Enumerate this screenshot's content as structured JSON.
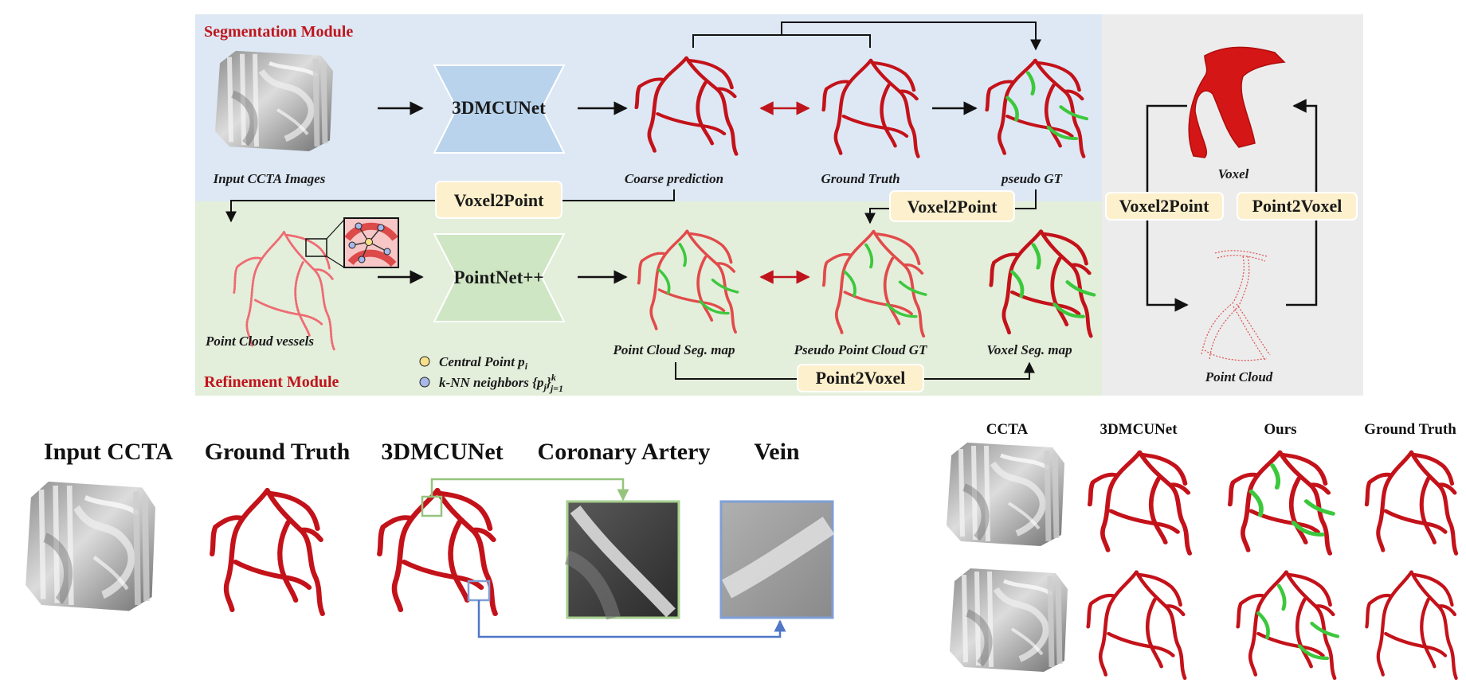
{
  "pipeline": {
    "segmentation_title": "Segmentation Module",
    "refinement_title": "Refinement Module",
    "input_label": "Input CCTA Images",
    "seg_net": "3DMCUNet",
    "coarse_label": "Coarse prediction",
    "gt_label": "Ground Truth",
    "pseudo_gt_label": "pseudo GT",
    "voxel2point_a": "Voxel2Point",
    "voxel2point_b": "Voxel2Point",
    "point_cloud_vessels_label": "Point Cloud vessels",
    "refine_net": "PointNet++",
    "pc_seg_label": "Point Cloud Seg. map",
    "pseudo_pc_gt_label": "Pseudo Point Cloud GT",
    "voxel_seg_label": "Voxel Seg. map",
    "point2voxel_bottom": "Point2Voxel",
    "legend_central": "Central Point p",
    "legend_central_sub": "i",
    "legend_knn": "k-NN neighbors {p",
    "legend_knn_sub": "j",
    "legend_knn_close": "}",
    "legend_knn_sup": "k",
    "legend_knn_range": "j=1"
  },
  "conversion": {
    "voxel_label": "Voxel",
    "point_cloud_label": "Point Cloud",
    "voxel2point": "Voxel2Point",
    "point2voxel": "Point2Voxel"
  },
  "motivation": {
    "headers": [
      "Input CCTA",
      "Ground Truth",
      "3DMCUNet",
      "Coronary Artery",
      "Vein"
    ]
  },
  "comparison": {
    "headers": [
      "CCTA",
      "3DMCUNet",
      "Ours",
      "Ground Truth"
    ]
  },
  "colors": {
    "seg_bg": "#dde8f4",
    "refine_bg": "#e3eedb",
    "conv_bg": "#ececec",
    "vessel_red": "#c4121a",
    "vessel_green": "#3cc83c",
    "seg_net": "#b9d3ec",
    "refine_net": "#cfe6c4",
    "tag_bg": "#fdf0cc",
    "zoom_green": "#a6cf8e",
    "zoom_blue": "#7f9fd6",
    "module_title": "#c0141c"
  }
}
